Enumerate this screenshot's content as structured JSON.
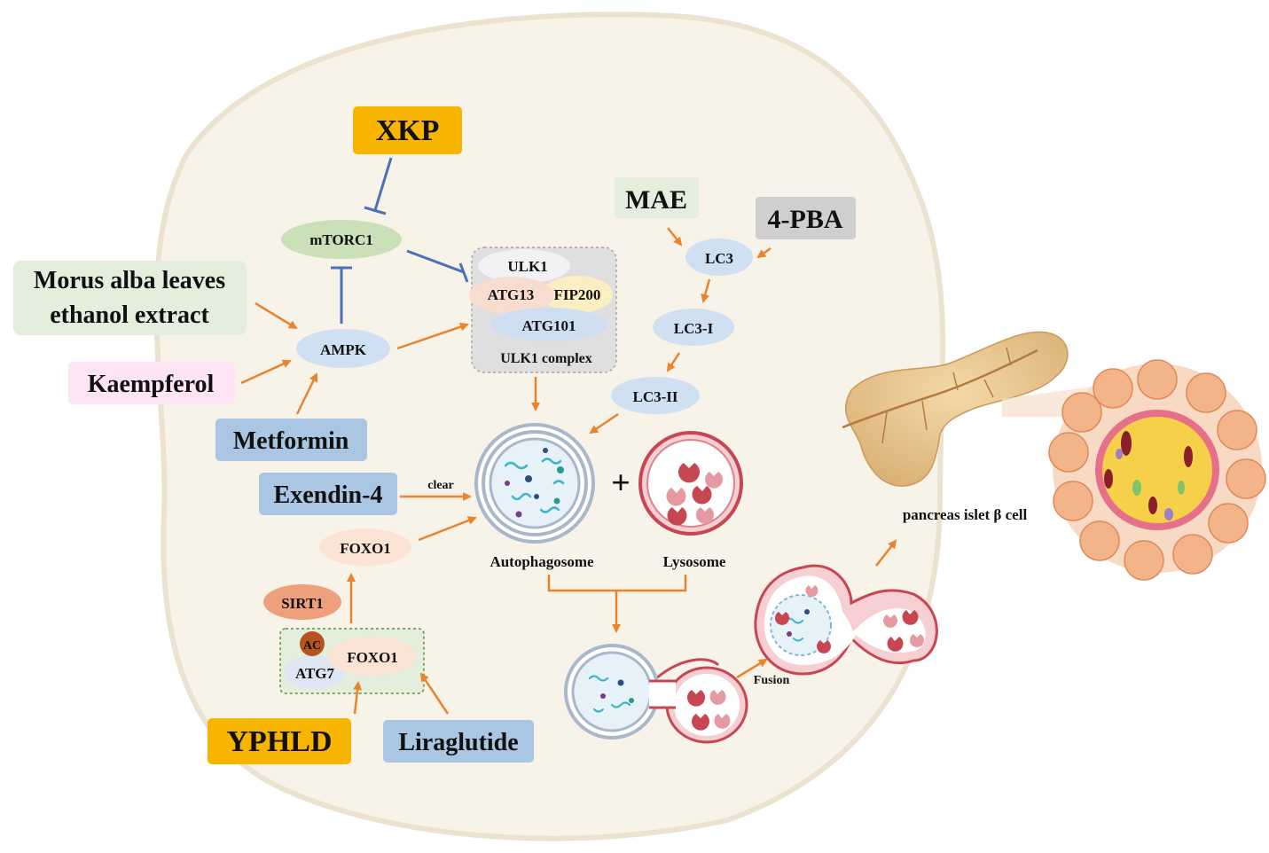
{
  "drugs": {
    "xkp": "XKP",
    "morus": "Morus alba leaves",
    "morus2": "ethanol extract",
    "kaempferol": "Kaempferol",
    "metformin": "Metformin",
    "exendin": "Exendin-4",
    "yphld": "YPHLD",
    "liraglutide": "Liraglutide",
    "mae": "MAE",
    "pba": "4-PBA"
  },
  "nodes": {
    "mtorc1": "mTORC1",
    "ampk": "AMPK",
    "ulk1": "ULK1",
    "atg13": "ATG13",
    "fip200": "FIP200",
    "atg101": "ATG101",
    "ulk1_complex": "ULK1 complex",
    "lc3": "LC3",
    "lc3_i": "LC3-I",
    "lc3_ii": "LC3-II",
    "foxo1": "FOXO1",
    "sirt1": "SIRT1",
    "ac": "AC",
    "atg7": "ATG7",
    "foxo1_complex": "FOXO1"
  },
  "labels": {
    "clear": "clear",
    "plus": "+",
    "autophagosome": "Autophagosome",
    "lysosome": "Lysosome",
    "fusion": "Fusion",
    "pancreas": "pancreas islet β cell"
  },
  "colors": {
    "cell_fill": "#f8f3e8",
    "cell_border": "#ebe2d0",
    "yellow": "#f7b500",
    "green": "#e3efdc",
    "pink": "#fce4f4",
    "blue": "#a9c6e3",
    "gray": "#d0cfd0",
    "node_blue": "#cfe0f2",
    "node_green": "#c9e0b8",
    "node_salmon": "#fbe3d6",
    "sirt1": "#eea07c",
    "inhibit": "#4a72b8",
    "activate": "#e8832e",
    "lysosome": "#c64752"
  }
}
